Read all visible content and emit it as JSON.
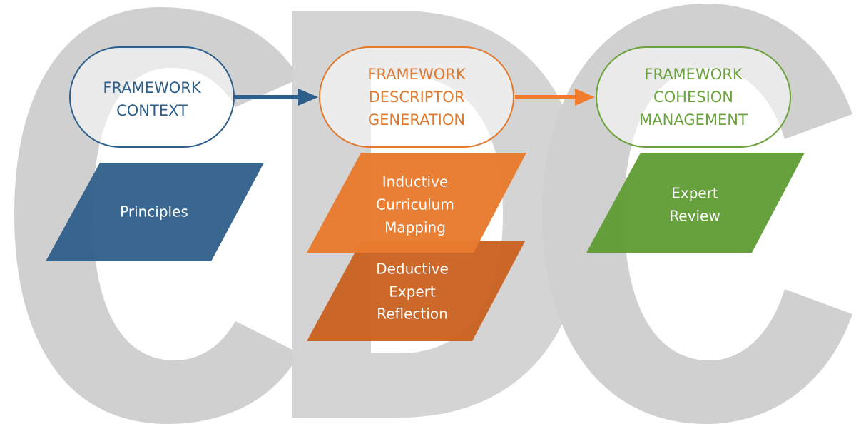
{
  "watermark": {
    "logo_text": "cDc",
    "color": "#cfcfcf"
  },
  "stages": {
    "context": {
      "title_lines": [
        "FRAMEWORK",
        "CONTEXT"
      ],
      "color": "#2e5f8a"
    },
    "descriptor": {
      "title_lines": [
        "FRAMEWORK",
        "DESCRIPTOR",
        "GENERATION"
      ],
      "color": "#e07a30"
    },
    "cohesion": {
      "title_lines": [
        "FRAMEWORK",
        "COHESION",
        "MANAGEMENT"
      ],
      "color": "#6aa33c"
    }
  },
  "blocks": {
    "principles": {
      "lines": [
        "Principles"
      ],
      "fill": "#2e5f8a"
    },
    "inductive": {
      "lines": [
        "Inductive",
        "Curriculum",
        "Mapping"
      ],
      "fill": "#e87b2e"
    },
    "deductive": {
      "lines": [
        "Deductive",
        "Expert",
        "Reflection"
      ],
      "fill": "#c9601f"
    },
    "expert_review": {
      "lines": [
        "Expert",
        "Review"
      ],
      "fill": "#5f9c33"
    }
  },
  "arrows": {
    "first": {
      "color": "#2e5f8a"
    },
    "second": {
      "color": "#f07d2e"
    }
  }
}
